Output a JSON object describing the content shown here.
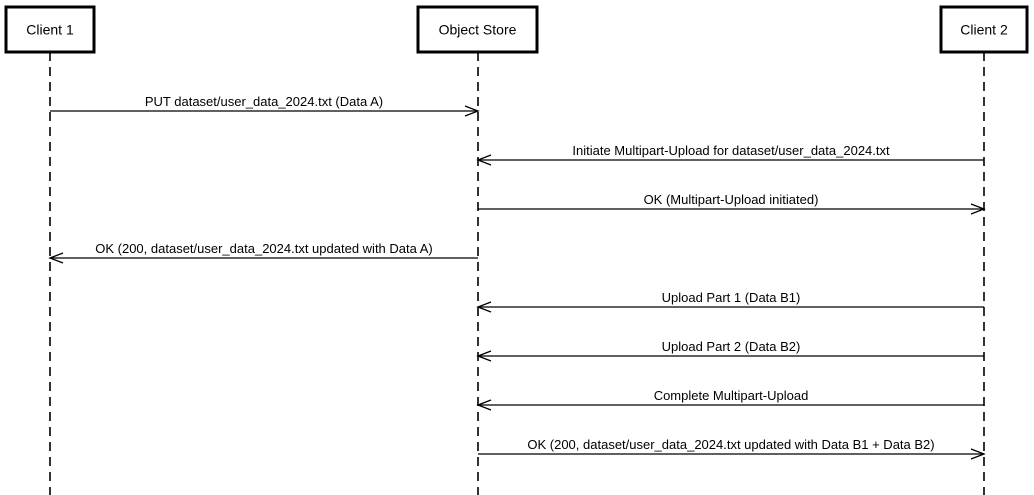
{
  "colors": {
    "stroke": "#000000",
    "background": "#ffffff",
    "text": "#000000"
  },
  "diagram": {
    "type": "sequence-diagram",
    "actors": [
      {
        "id": "client1",
        "label": "Client 1"
      },
      {
        "id": "objectstore",
        "label": "Object Store"
      },
      {
        "id": "client2",
        "label": "Client 2"
      }
    ],
    "messages": [
      {
        "from": "client1",
        "to": "objectstore",
        "label": "PUT dataset/user_data_2024.txt (Data A)"
      },
      {
        "from": "client2",
        "to": "objectstore",
        "label": "Initiate Multipart-Upload for dataset/user_data_2024.txt"
      },
      {
        "from": "objectstore",
        "to": "client2",
        "label": "OK (Multipart-Upload initiated)"
      },
      {
        "from": "objectstore",
        "to": "client1",
        "label": "OK (200, dataset/user_data_2024.txt updated with Data A)"
      },
      {
        "from": "client2",
        "to": "objectstore",
        "label": "Upload Part 1 (Data B1)"
      },
      {
        "from": "client2",
        "to": "objectstore",
        "label": "Upload Part 2 (Data B2)"
      },
      {
        "from": "client2",
        "to": "objectstore",
        "label": "Complete Multipart-Upload"
      },
      {
        "from": "objectstore",
        "to": "client2",
        "label": "OK (200, dataset/user_data_2024.txt updated with Data B1 + Data B2)"
      }
    ]
  }
}
